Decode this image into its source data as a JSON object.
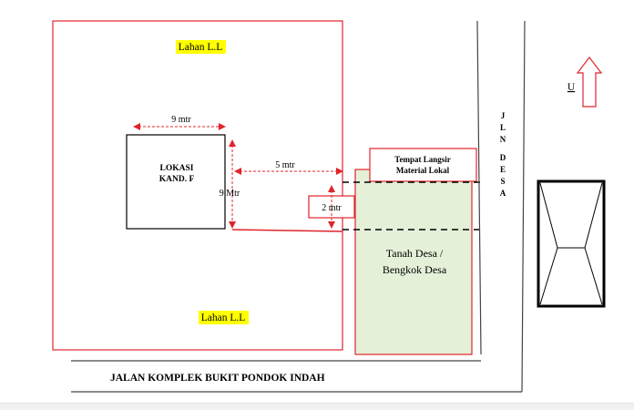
{
  "labels": {
    "lahan_top": "Lahan L.L",
    "lahan_bottom": "Lahan L.L",
    "lokasi_line1": "LOKASI",
    "lokasi_line2": "KAND. F",
    "dim_9_width": "9 mtr",
    "dim_9_height": "9 Mtr",
    "dim_5": "5 mtr",
    "dim_2": "2 mtr",
    "tempat_line1": "Tempat Langsir",
    "tempat_line2": "Material Lokal",
    "tanah_line1": "Tanah Desa /",
    "tanah_line2": "Bengkok Desa",
    "jalan_desa": [
      "J",
      "L",
      "N",
      "D",
      "E",
      "S",
      "A"
    ],
    "jalan_komplek": "JALAN KOMPLEK BUKIT PONDOK INDAH",
    "north": "U"
  },
  "colors": {
    "boundary_red": "#e0242c",
    "highlight_yellow": "#ffff00",
    "tanah_fill": "#e4f0d8",
    "line_black": "#000000",
    "line_gray": "#444444"
  }
}
